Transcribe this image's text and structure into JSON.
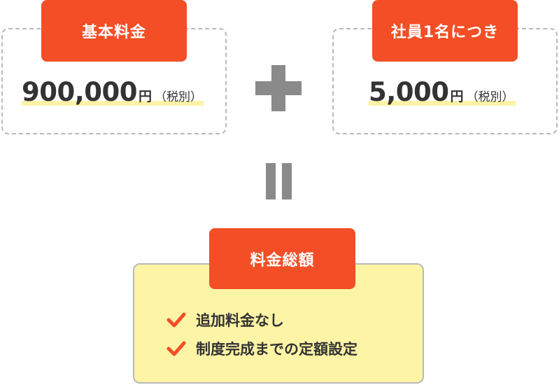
{
  "base_fee": {
    "label": "基本料金",
    "amount": "900,000",
    "unit": "円",
    "tax_note": "（税別）"
  },
  "per_employee": {
    "label": "社員1名につき",
    "amount": "5,000",
    "unit": "円",
    "tax_note": "（税別）"
  },
  "operators": {
    "plus": "plus-icon",
    "equals": "equals-icon"
  },
  "total": {
    "label": "料金総額",
    "features": [
      {
        "icon": "check-icon",
        "text": "追加料金なし"
      },
      {
        "icon": "check-icon",
        "text": "制度完成までの定額設定"
      }
    ]
  },
  "colors": {
    "accent": "#f34e26",
    "highlight": "#fdf3a7",
    "total_bg": "#fdf4a6",
    "operator": "#8a8a8a",
    "border": "#b9b9b9"
  }
}
